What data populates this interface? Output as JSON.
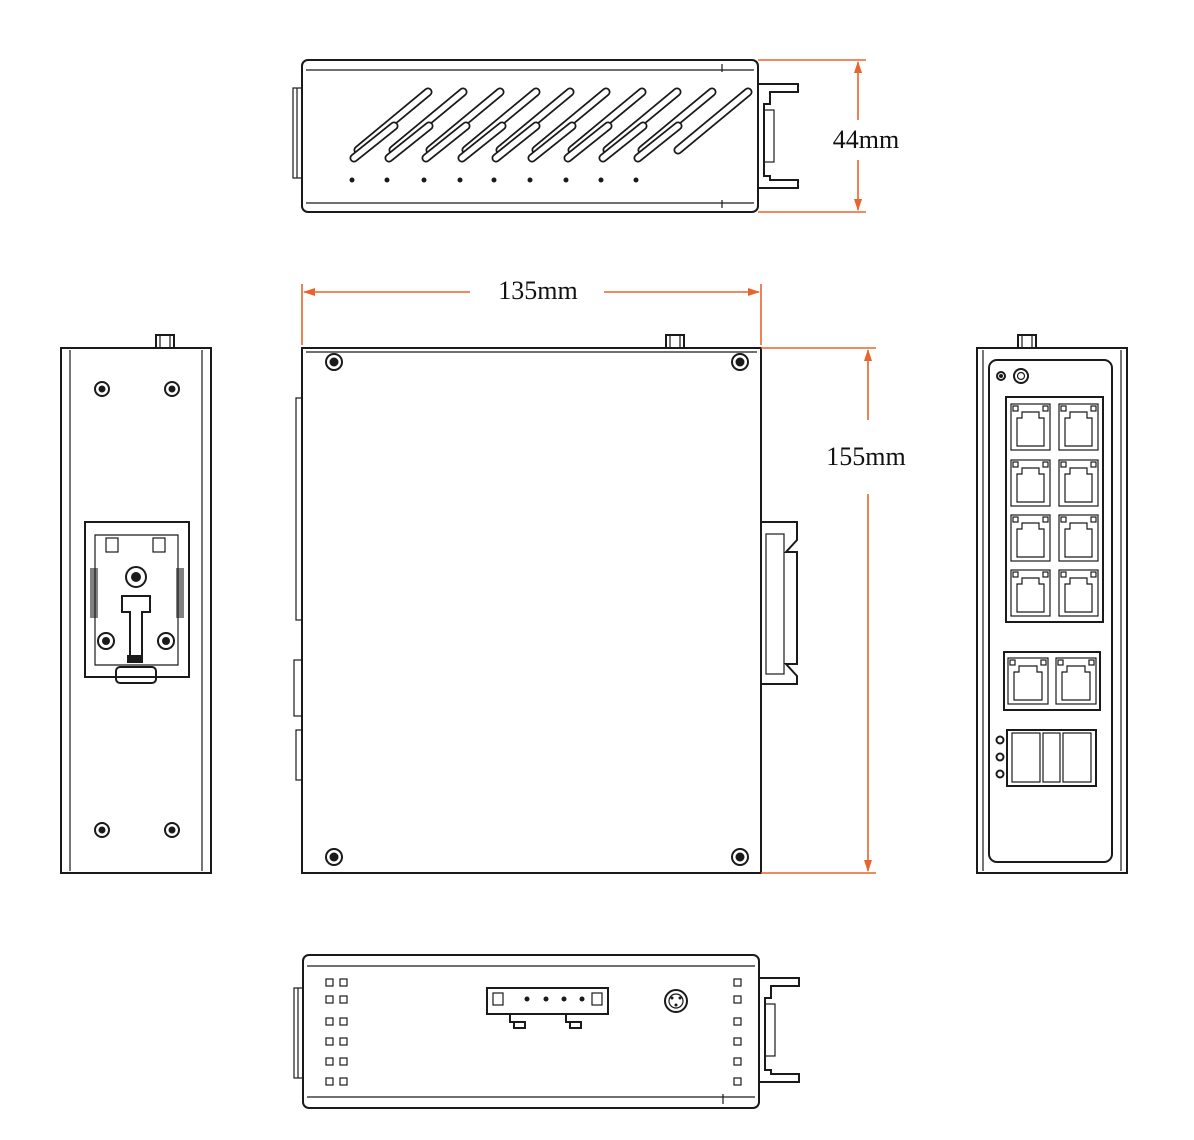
{
  "colors": {
    "dimension": "#E8642C",
    "ink": "#1A1A1A",
    "background": "#FFFFFF"
  },
  "dimensions": {
    "height": "44mm",
    "width": "135mm",
    "depth": "155mm"
  },
  "icons": {
    "screw": "screw-icon",
    "rj45_port": "rj45-port-icon",
    "terminal_block": "terminal-block-icon",
    "din_rail_clip": "din-rail-clip-icon",
    "led": "led-indicator-icon",
    "ground": "ground-terminal-icon"
  }
}
